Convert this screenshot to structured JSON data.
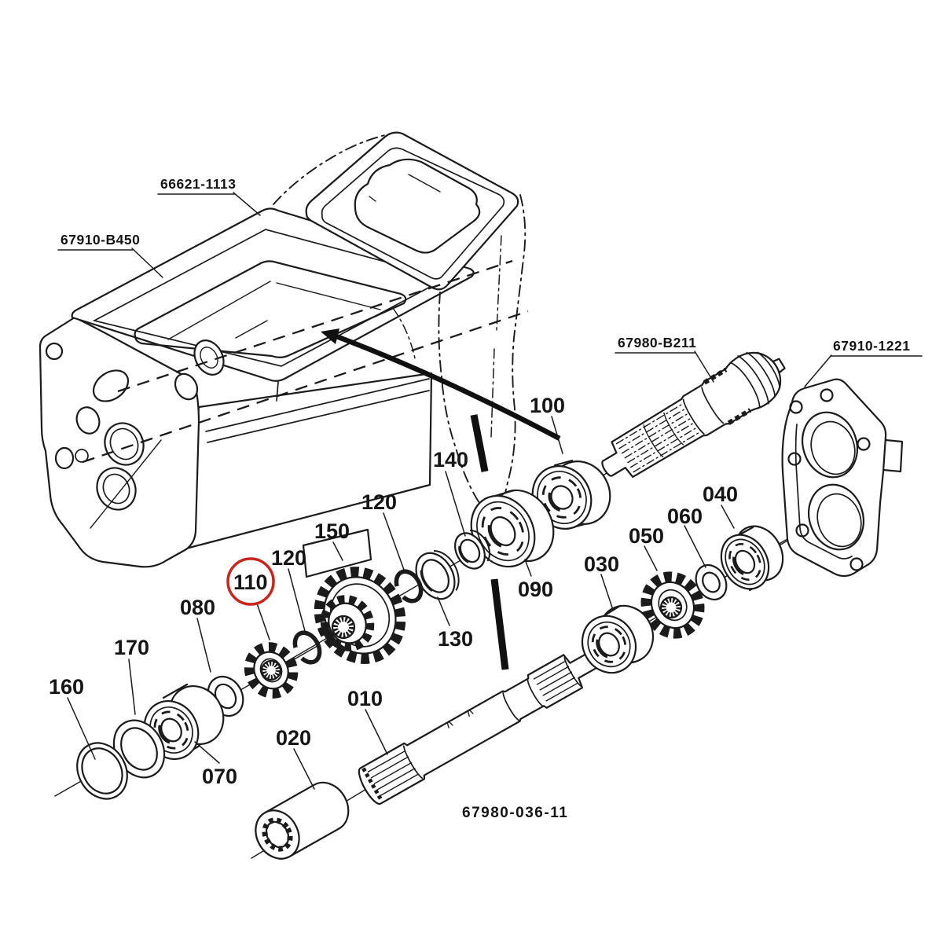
{
  "diagram": {
    "type": "exploded-parts-diagram",
    "drawing_code": "67980-036-11",
    "part_codes": {
      "top_case": "66621-1113",
      "main_case": "67910-B450",
      "pinion_shaft": "67980-B211",
      "side_cover": "67910-1221"
    },
    "refs": {
      "r010": "010",
      "r020": "020",
      "r030": "030",
      "r040": "040",
      "r050": "050",
      "r060": "060",
      "r070": "070",
      "r080": "080",
      "r090": "090",
      "r100": "100",
      "r110": "110",
      "r120a": "120",
      "r120b": "120",
      "r130": "130",
      "r140": "140",
      "r150": "150",
      "r160": "160",
      "r170": "170"
    },
    "highlight": {
      "ref": "110",
      "color": "#c8251d"
    },
    "ink_color": "#1b1b1b",
    "background_color": "#ffffff"
  }
}
